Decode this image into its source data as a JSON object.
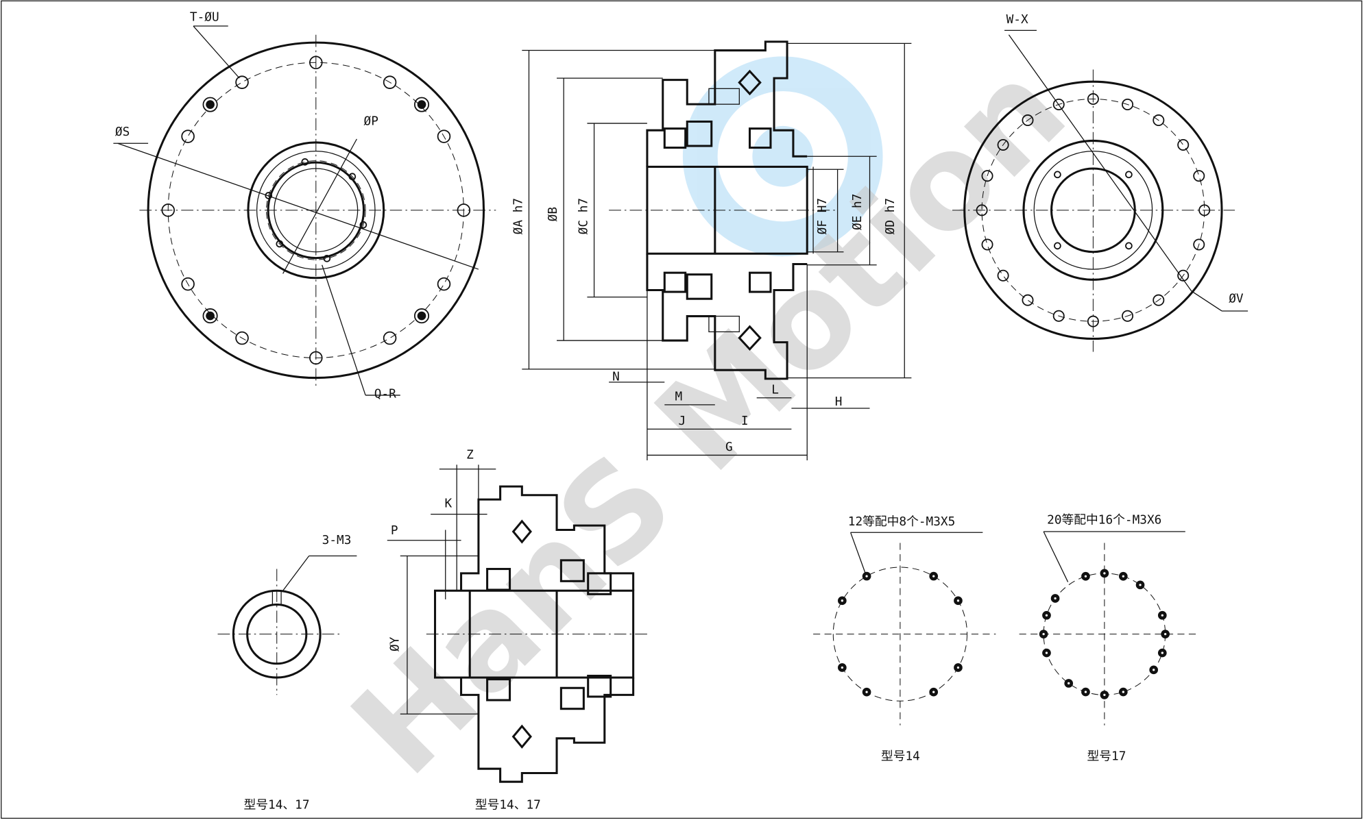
{
  "drawing": {
    "front_view": {
      "labels": {
        "holes": "T-ØU",
        "outer": "ØS",
        "inner": "ØP",
        "pattern": "Q-R"
      }
    },
    "section_view": {
      "labels": {
        "A": "ØA h7",
        "B": "ØB",
        "C": "ØC h7",
        "D": "ØD h7",
        "E": "ØE h7",
        "F": "ØF H7",
        "N": "N",
        "M": "M",
        "J": "J",
        "I": "I",
        "G": "G",
        "L": "L",
        "H": "H"
      }
    },
    "rear_view": {
      "labels": {
        "holes": "W-X",
        "outer": "ØV"
      }
    },
    "ring_view": {
      "label": "3-M3",
      "caption": "型号14、17"
    },
    "section_view_2": {
      "labels": {
        "Z": "Z",
        "K": "K",
        "P": "P",
        "Y": "ØY"
      },
      "caption": "型号14、17"
    },
    "pattern_14": {
      "note": "12等配中8个-M3X5",
      "caption": "型号14",
      "divisions": 12,
      "holes_present": [
        1,
        2,
        4,
        5,
        7,
        8,
        10,
        11
      ]
    },
    "pattern_17": {
      "note": "20等配中16个-M3X6",
      "caption": "型号17",
      "divisions": 20,
      "holes_present": [
        0,
        1,
        2,
        4,
        5,
        6,
        7,
        9,
        10,
        11,
        12,
        14,
        15,
        16,
        17,
        19
      ]
    },
    "watermark": "HanS Motion",
    "colors": {
      "line": "#111111",
      "watermark_gray": "#c8c8c8",
      "watermark_blue": "#a9d8f5"
    }
  }
}
